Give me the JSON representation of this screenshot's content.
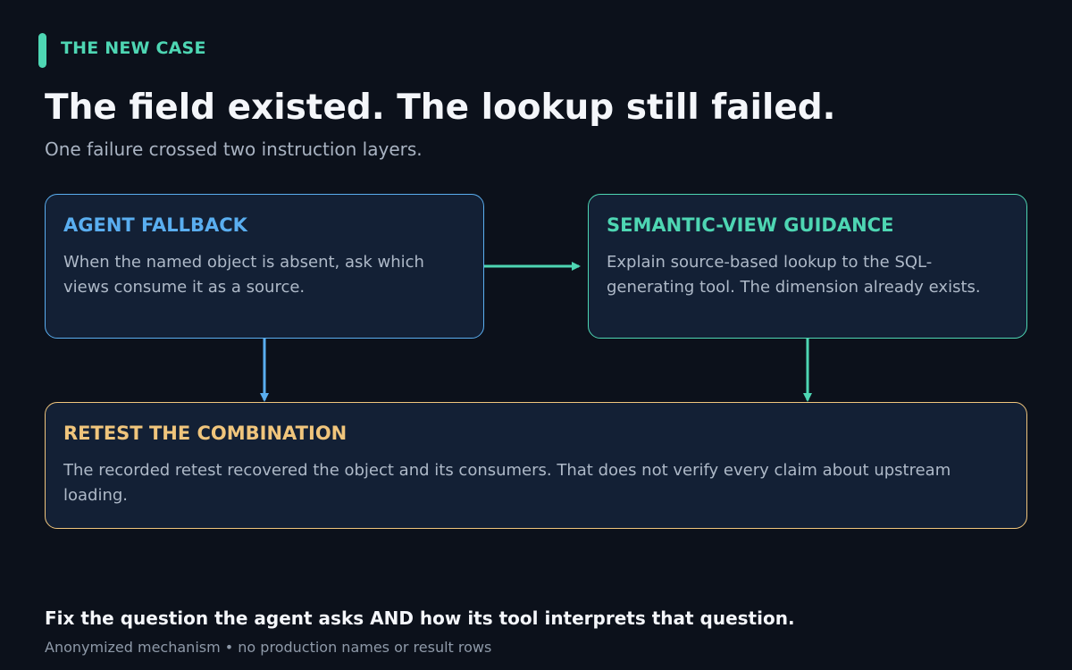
{
  "header": {
    "eyebrow": "THE NEW CASE",
    "title": "The field existed. The lookup still failed.",
    "subtitle": "One failure crossed two instruction layers."
  },
  "cards": {
    "agent_fallback": {
      "title": "AGENT FALLBACK",
      "body": "When the named object is absent, ask which views consume it as a source.",
      "color": "#5aaef0"
    },
    "semantic_view": {
      "title": "SEMANTIC-VIEW GUIDANCE",
      "body": "Explain source-based lookup to the SQL-generating tool. The dimension already exists.",
      "color": "#4ed6b3"
    },
    "retest": {
      "title": "RETEST THE COMBINATION",
      "body": "The recorded retest recovered the object and its consumers. That does not verify every claim about upstream loading.",
      "color": "#f0c57c"
    }
  },
  "footer": {
    "takeaway": "Fix the question the agent asks AND how its tool interprets that question.",
    "note": "Anonymized mechanism • no production names or result rows"
  },
  "colors": {
    "background": "#0c111b",
    "card_fill": "#132035",
    "accent": "#4ed6b3"
  }
}
